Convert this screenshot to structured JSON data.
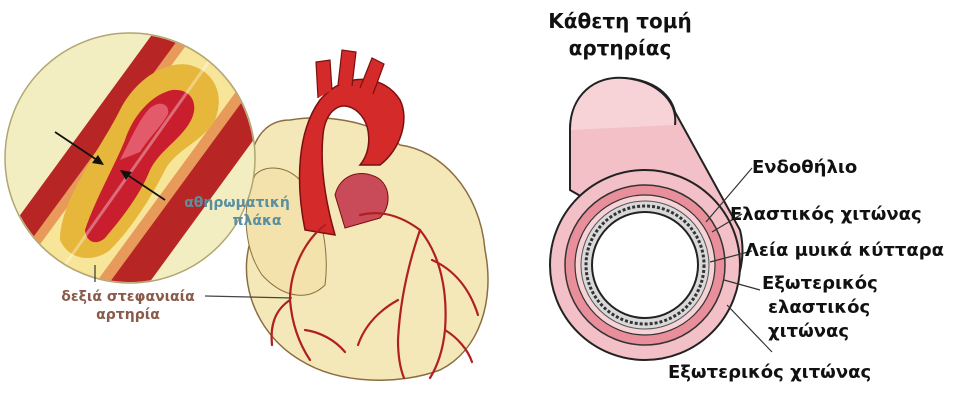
{
  "left_figure": {
    "plaque_label": [
      "αθηρωματική",
      "πλάκα"
    ],
    "artery_label": [
      "δεξιά στεφανιαία",
      "αρτηρία"
    ],
    "colors": {
      "plaque_label": "#5a8fa0",
      "artery_label": "#8a5a4a",
      "heart_tissue": "#f5e8b8",
      "aorta": "#d42a2a",
      "vessel": "#b02020",
      "inset_background": "#f3eec2"
    },
    "icons": [
      "heart-illustration",
      "artery-cross-section-inset"
    ]
  },
  "right_figure": {
    "title_lines": [
      "Κάθετη τομή",
      "αρτηρίας"
    ],
    "layers": [
      {
        "id": "endothelium",
        "lines": [
          "Ενδοθήλιο"
        ]
      },
      {
        "id": "elastic",
        "lines": [
          "Ελαστικός χιτώνας"
        ]
      },
      {
        "id": "smooth-muscle",
        "lines": [
          "Λεία μυικά κύτταρα"
        ]
      },
      {
        "id": "outer-elastic",
        "lines": [
          "Εξωτερικός",
          "ελαστικός",
          "χιτώνας"
        ]
      },
      {
        "id": "outer",
        "lines": [
          "Εξωτερικός χιτώνας"
        ]
      }
    ],
    "colors": {
      "outer_tube": "#f2c0c6",
      "outline": "#222222",
      "inner_ring": "#e88f9b"
    }
  }
}
